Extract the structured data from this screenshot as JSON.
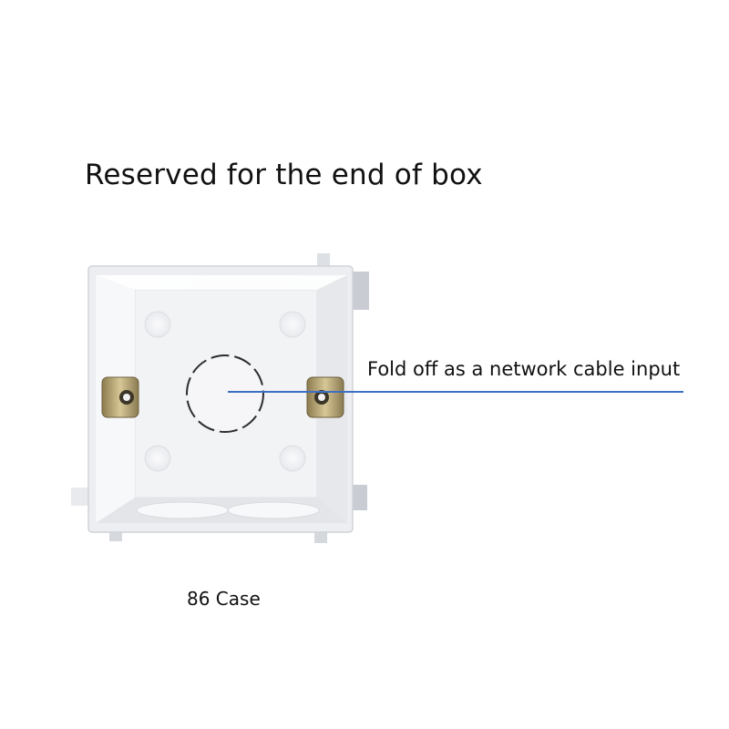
{
  "title": "Reserved for the end of box",
  "callout": {
    "label": "Fold off as a network cable input",
    "line_color": "#3d6fc4"
  },
  "caption": "86 Case",
  "product": {
    "description": "white plastic 86-type wall junction box with round knock-out and metal mounting ears",
    "body_color": "#f4f5f7",
    "metal_color": "#b8a777"
  }
}
